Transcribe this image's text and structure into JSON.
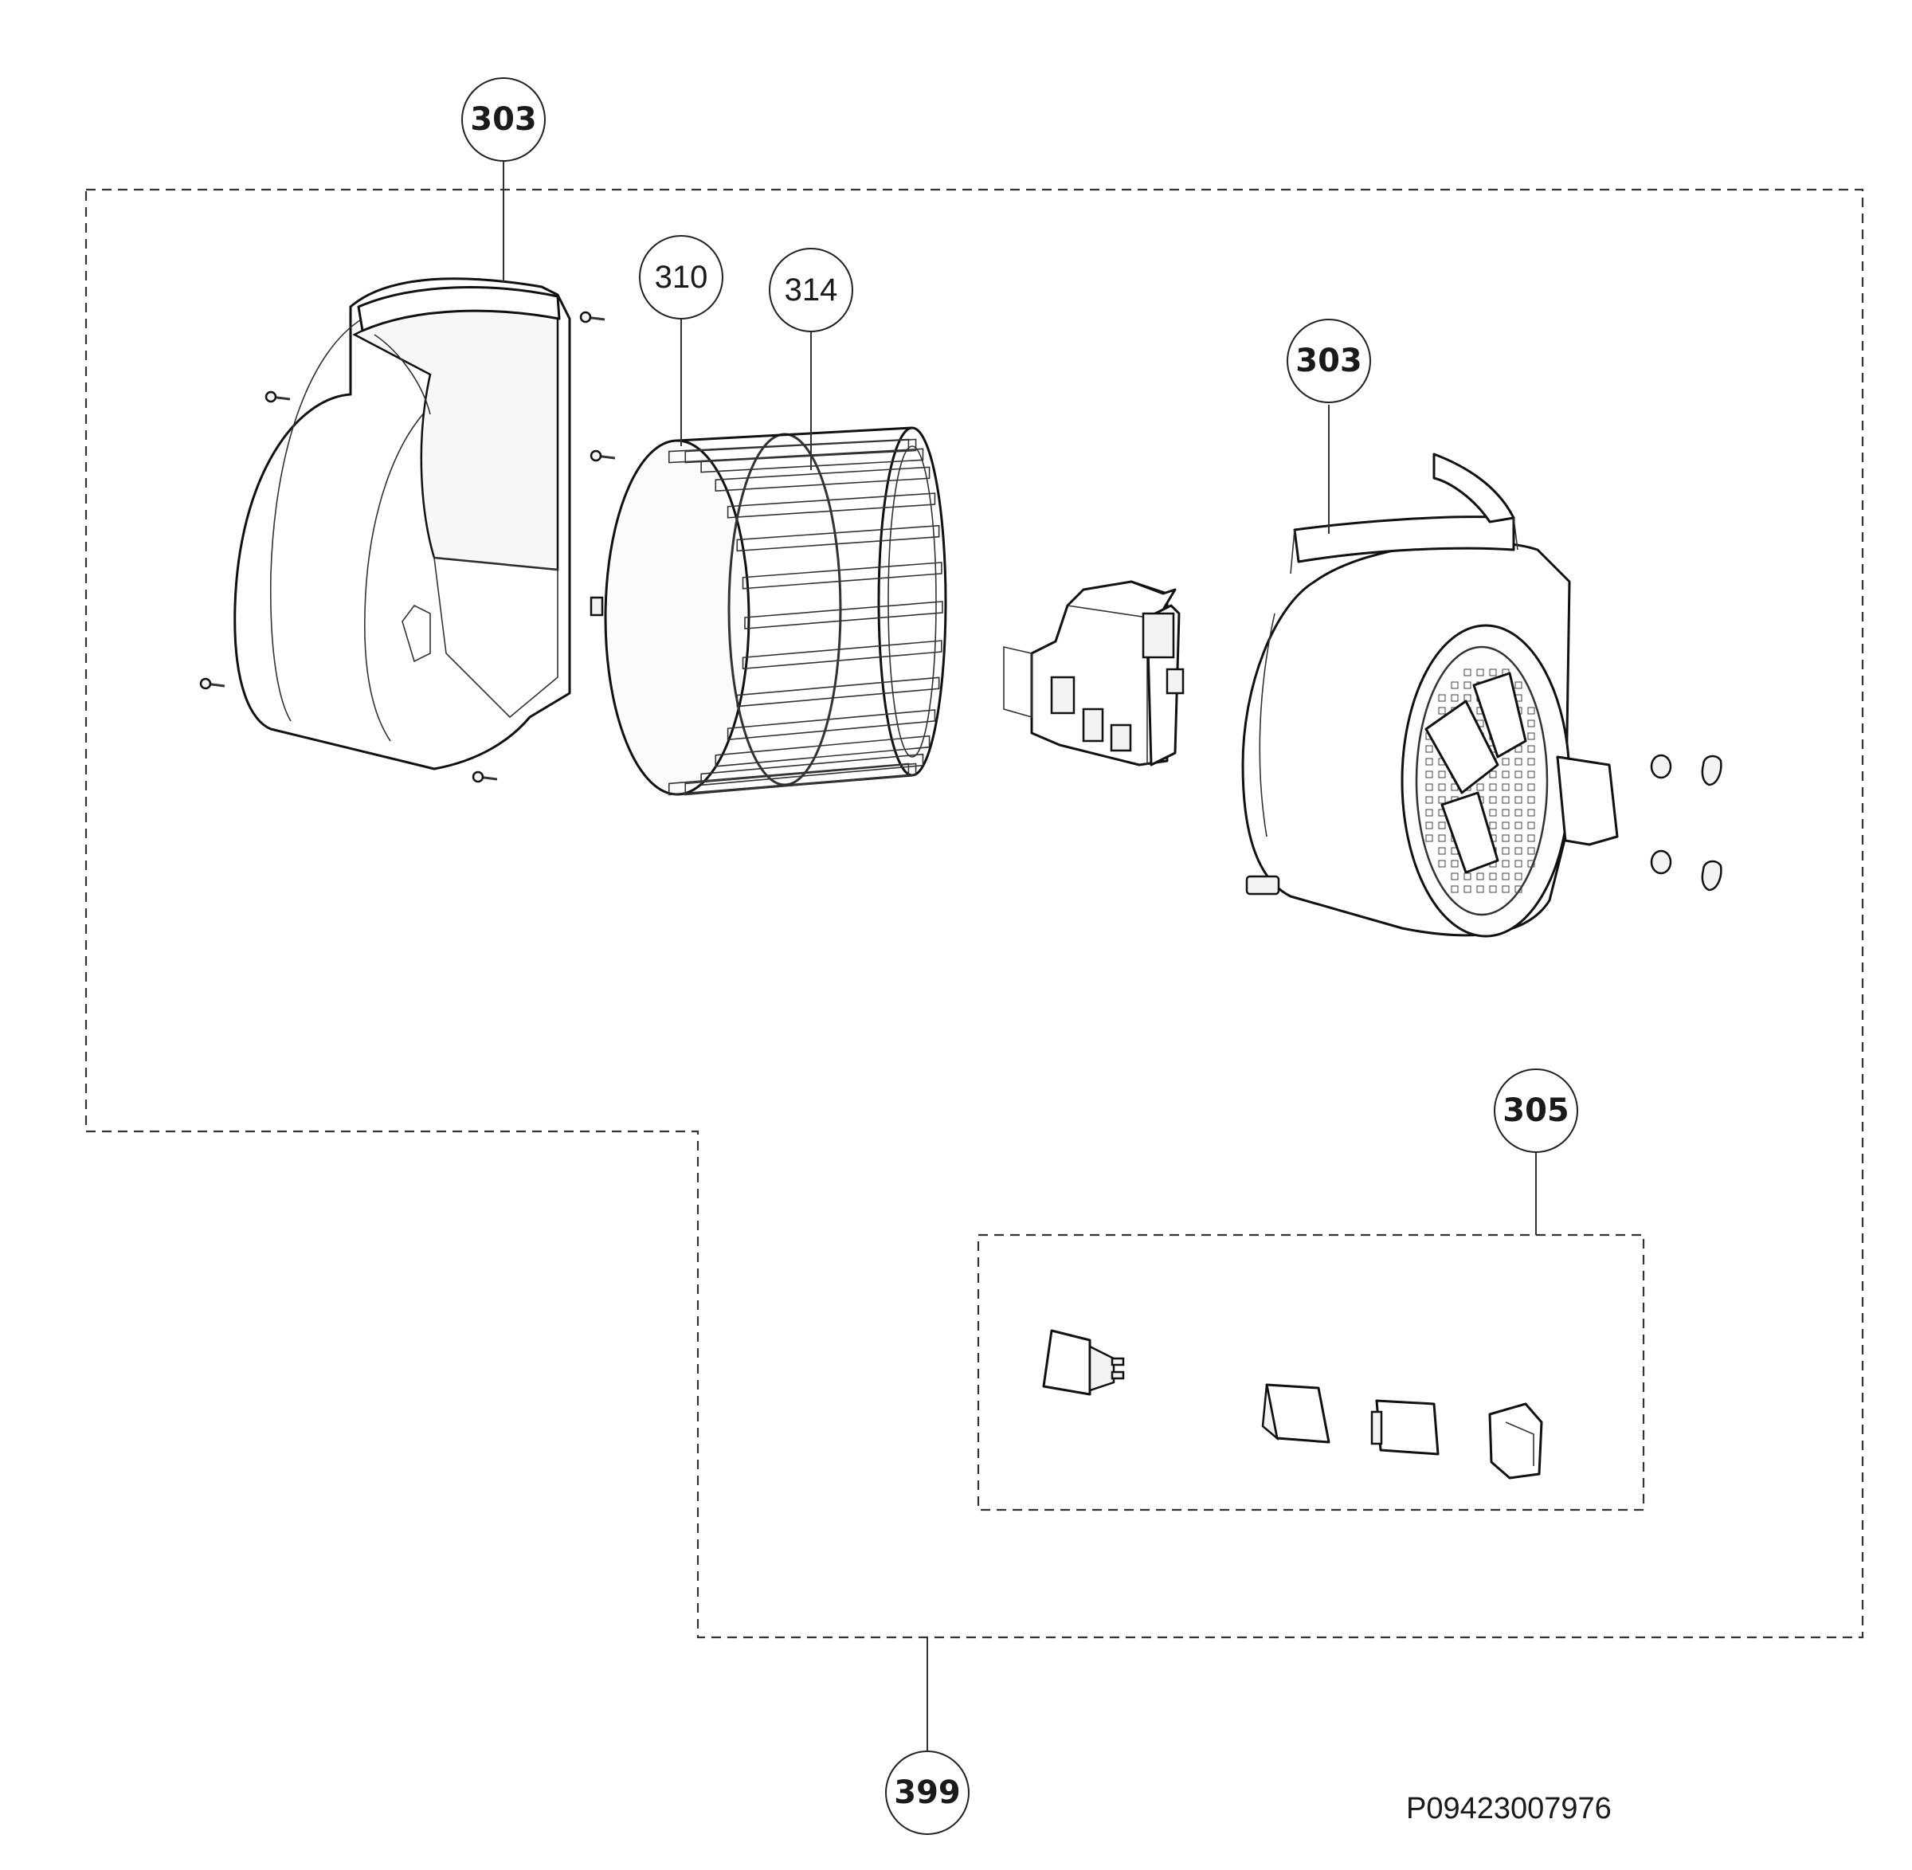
{
  "callouts": [
    {
      "id": "housing-left",
      "label": "303"
    },
    {
      "id": "impeller",
      "label": "310"
    },
    {
      "id": "impeller-ring",
      "label": "314"
    },
    {
      "id": "housing-right",
      "label": "303"
    },
    {
      "id": "connector-kit",
      "label": "305"
    },
    {
      "id": "assembly",
      "label": "399"
    }
  ],
  "drawing_number": "P09423007976"
}
